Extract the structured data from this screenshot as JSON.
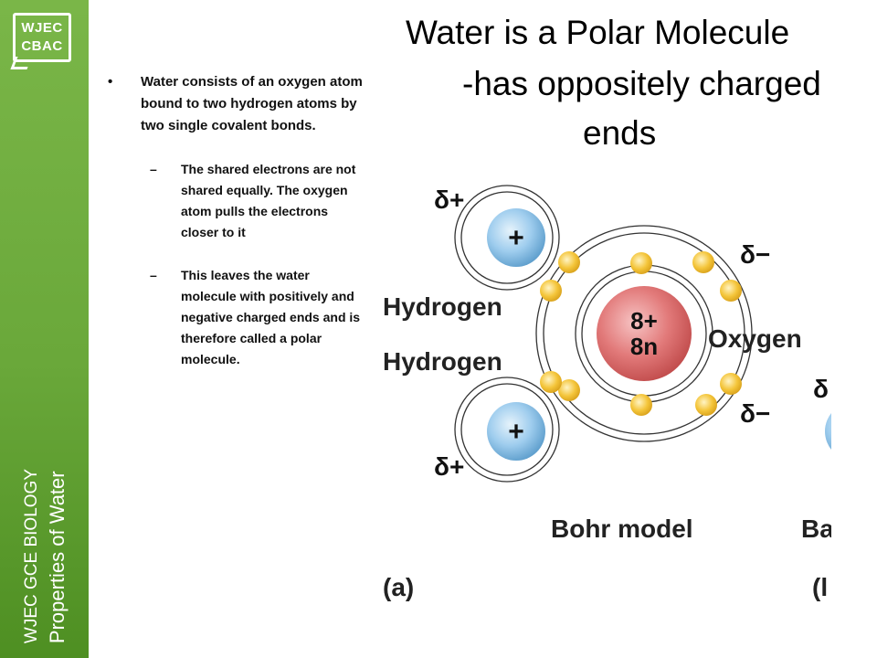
{
  "logo": {
    "line1": "WJEC",
    "line2": "CBAC"
  },
  "sidebar": {
    "course": "WJEC GCE BIOLOGY",
    "topic": "Properties of Water"
  },
  "title": {
    "line1": "Water is a Polar Molecule",
    "line2": "-has oppositely charged",
    "line3": "ends"
  },
  "content": {
    "bullet_symbol": "•",
    "dash_symbol": "–",
    "main_bullet": "Water consists of an oxygen atom bound to two hydrogen atoms by two single covalent bonds.",
    "sub_bullets": [
      "The shared electrons are not shared equally. The oxygen atom pulls the electrons closer to it",
      "This leaves the water molecule with positively and negative charged ends and is therefore called a polar molecule."
    ]
  },
  "diagram": {
    "labels": {
      "hydrogen_top": "Hydrogen",
      "hydrogen_bottom": "Hydrogen",
      "oxygen": "Oxygen",
      "nucleus_line1": "8+",
      "nucleus_line2": "8n",
      "proton_top": "+",
      "proton_bottom": "+",
      "delta_plus_top": "δ+",
      "delta_plus_bottom": "δ+",
      "delta_minus_top": "δ−",
      "delta_minus_bottom": "δ−",
      "delta_cut": "δ",
      "model_name": "Bohr model",
      "model_name_cut": "Ba",
      "panel_a": "(a)",
      "panel_b_cut": "(l"
    },
    "colors": {
      "proton": "#8dc3e8",
      "nucleus": "#e07070",
      "electron": "#f2c53d",
      "shell": "#333333"
    }
  }
}
